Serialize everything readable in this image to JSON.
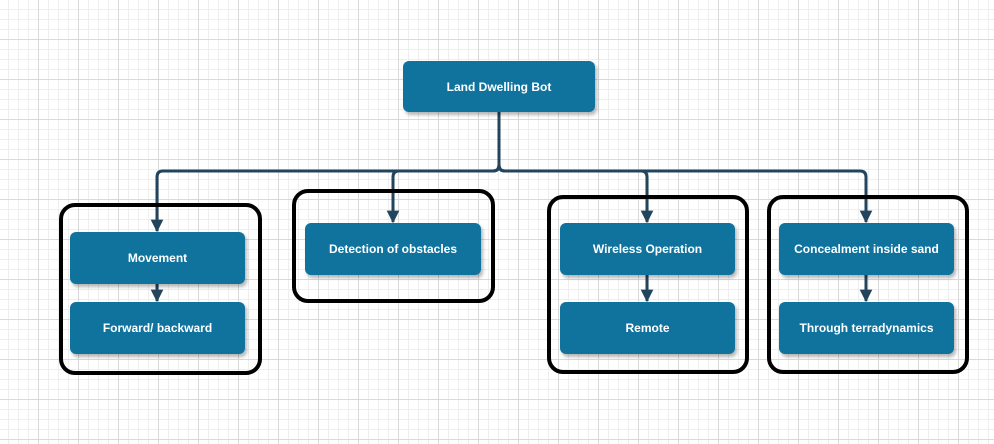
{
  "diagram": {
    "root": {
      "label": "Land Dwelling Bot"
    },
    "branches": [
      {
        "items": [
          "Movement",
          "Forward/ backward"
        ]
      },
      {
        "items": [
          "Detection of obstacles"
        ]
      },
      {
        "items": [
          "Wireless Operation",
          "Remote"
        ]
      },
      {
        "items": [
          "Concealment inside sand",
          "Through terradynamics"
        ]
      }
    ],
    "colors": {
      "node_fill": "#10739e",
      "node_text": "#ffffff",
      "connector": "#23445d",
      "group_border": "#000000"
    }
  }
}
